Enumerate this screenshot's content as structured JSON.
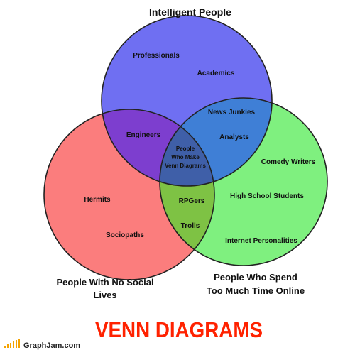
{
  "colors": {
    "set_top": "#6f6ff2",
    "set_left": "#fb7d7d",
    "set_right": "#7ff07f",
    "overlap_top_left": "#7d3ecf",
    "overlap_top_right": "#3f7fd6",
    "overlap_left_right": "#7ec244",
    "overlap_all": "#3f5fa8",
    "title": "#ff2200",
    "outline": "#222222"
  },
  "sets": {
    "top": "Intelligent People",
    "left_line1": "People With No Social",
    "left_line2": "Lives",
    "right_line1": "People Who Spend",
    "right_line2": "Too Much Time Online"
  },
  "regions": {
    "top_only_1": "Professionals",
    "top_only_2": "Academics",
    "top_left": "Engineers",
    "top_right_1": "News Junkies",
    "top_right_2": "Analysts",
    "center_1": "People",
    "center_2": "Who Make",
    "center_3": "Venn Diagrams",
    "left_only_1": "Hermits",
    "left_only_2": "Sociopaths",
    "left_right_1": "RPGers",
    "left_right_2": "Trolls",
    "right_only_1": "Comedy Writers",
    "right_only_2": "High School Students",
    "right_only_3": "Internet Personalities"
  },
  "title": "VENN DIAGRAMS",
  "footer": "GraphJam.com"
}
